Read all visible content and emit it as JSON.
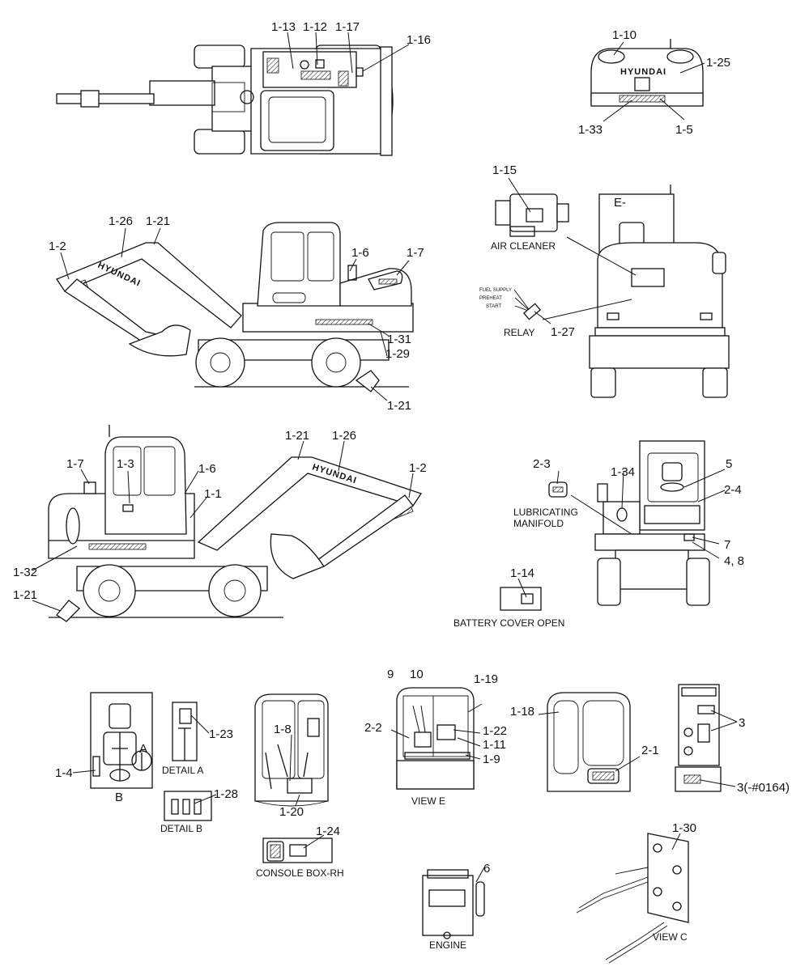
{
  "callouts": {
    "c1_13": "1-13",
    "c1_12": "1-12",
    "c1_17": "1-17",
    "c1_16": "1-16",
    "c1_10": "1-10",
    "c1_25": "1-25",
    "c1_33": "1-33",
    "c1_5": "1-5",
    "c1_15": "1-15",
    "c1_27": "1-27",
    "c1_26a": "1-26",
    "c1_21a": "1-21",
    "c1_2a": "1-2",
    "c1_6a": "1-6",
    "c1_7a": "1-7",
    "c1_31": "1-31",
    "c1_29": "1-29",
    "c1_21b": "1-21",
    "c1_21c": "1-21",
    "c1_26b": "1-26",
    "c1_2b": "1-2",
    "c1_7b": "1-7",
    "c1_3": "1-3",
    "c1_6b": "1-6",
    "c1_1": "1-1",
    "c1_32": "1-32",
    "c1_21d": "1-21",
    "c2_3": "2-3",
    "c1_34": "1-34",
    "c5": "5",
    "c2_4": "2-4",
    "c7": "7",
    "c4_8": "4, 8",
    "c1_14": "1-14",
    "c1_23": "1-23",
    "c1_4": "1-4",
    "cA": "A",
    "cB": "B",
    "c1_28": "1-28",
    "c1_8": "1-8",
    "c1_20": "1-20",
    "c1_24": "1-24",
    "c9": "9",
    "c10": "10",
    "c1_19": "1-19",
    "c2_2": "2-2",
    "c1_22": "1-22",
    "c1_11": "1-11",
    "c1_9": "1-9",
    "c1_18": "1-18",
    "c2_1": "2-1",
    "c3a": "3",
    "c3b": "3(-#0164)",
    "c6": "6",
    "c1_30": "1-30"
  },
  "captions": {
    "air_cleaner": "AIR CLEANER",
    "relay": "RELAY",
    "lubricating_1": "LUBRICATING",
    "lubricating_2": "MANIFOLD",
    "battery_cover": "BATTERY COVER OPEN",
    "detail_a": "DETAIL A",
    "detail_b": "DETAIL B",
    "view_e": "VIEW E",
    "console_box": "CONSOLE BOX-RH",
    "engine": "ENGINE",
    "view_c": "VIEW C"
  },
  "relay_lines": {
    "fuel": "FUEL SUPPLY",
    "preheat": "PREHEAT",
    "start": "START"
  },
  "brand": "HYUNDAI",
  "cab_mark": "E-"
}
